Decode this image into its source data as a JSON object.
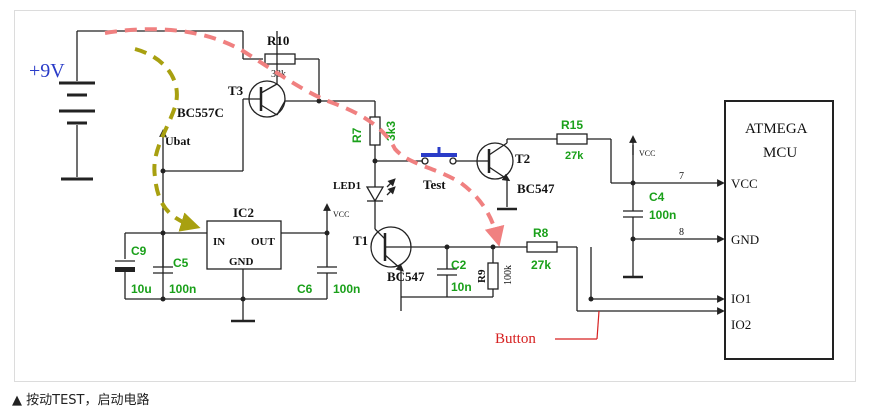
{
  "caption": "▲ 按动TEST，启动电路",
  "supply": {
    "label": "+9V",
    "ubat_label": "Ubat"
  },
  "components": {
    "r10": {
      "name": "R10",
      "value": "33k"
    },
    "t3": {
      "name": "T3",
      "type": "BC557C"
    },
    "r7": {
      "name": "R7",
      "value": "3k3"
    },
    "led1": {
      "name": "LED1"
    },
    "test": {
      "name": "Test"
    },
    "t2": {
      "name": "T2",
      "type": "BC547"
    },
    "r15": {
      "name": "R15",
      "value": "27k"
    },
    "t1": {
      "name": "T1",
      "type": "BC547"
    },
    "r8": {
      "name": "R8",
      "value": "27k"
    },
    "r9": {
      "name": "R9",
      "value": "100k"
    },
    "ic2": {
      "name": "IC2",
      "in": "IN",
      "out": "OUT",
      "gnd": "GND"
    },
    "c9": {
      "name": "C9",
      "value": "10u"
    },
    "c5": {
      "name": "C5",
      "value": "100n"
    },
    "c6": {
      "name": "C6",
      "value": "100n"
    },
    "c2": {
      "name": "C2",
      "value": "10n"
    },
    "c4": {
      "name": "C4",
      "value": "100n"
    }
  },
  "vcc_labels": {
    "text": "VCC"
  },
  "mcu": {
    "title_line1": "ATMEGA",
    "title_line2": "MCU",
    "pin_vcc": "VCC",
    "pin_gnd": "GND",
    "pin_io1": "IO1",
    "pin_io2": "IO2",
    "pin_num_vcc": "7",
    "pin_num_gnd": "8"
  },
  "button_label": "Button",
  "colors": {
    "current_path": "#f08080",
    "ubat_path": "#a8a010",
    "value_label": "#1aa01a",
    "supply_label": "#2a3cc8",
    "button_label": "#d62020"
  }
}
